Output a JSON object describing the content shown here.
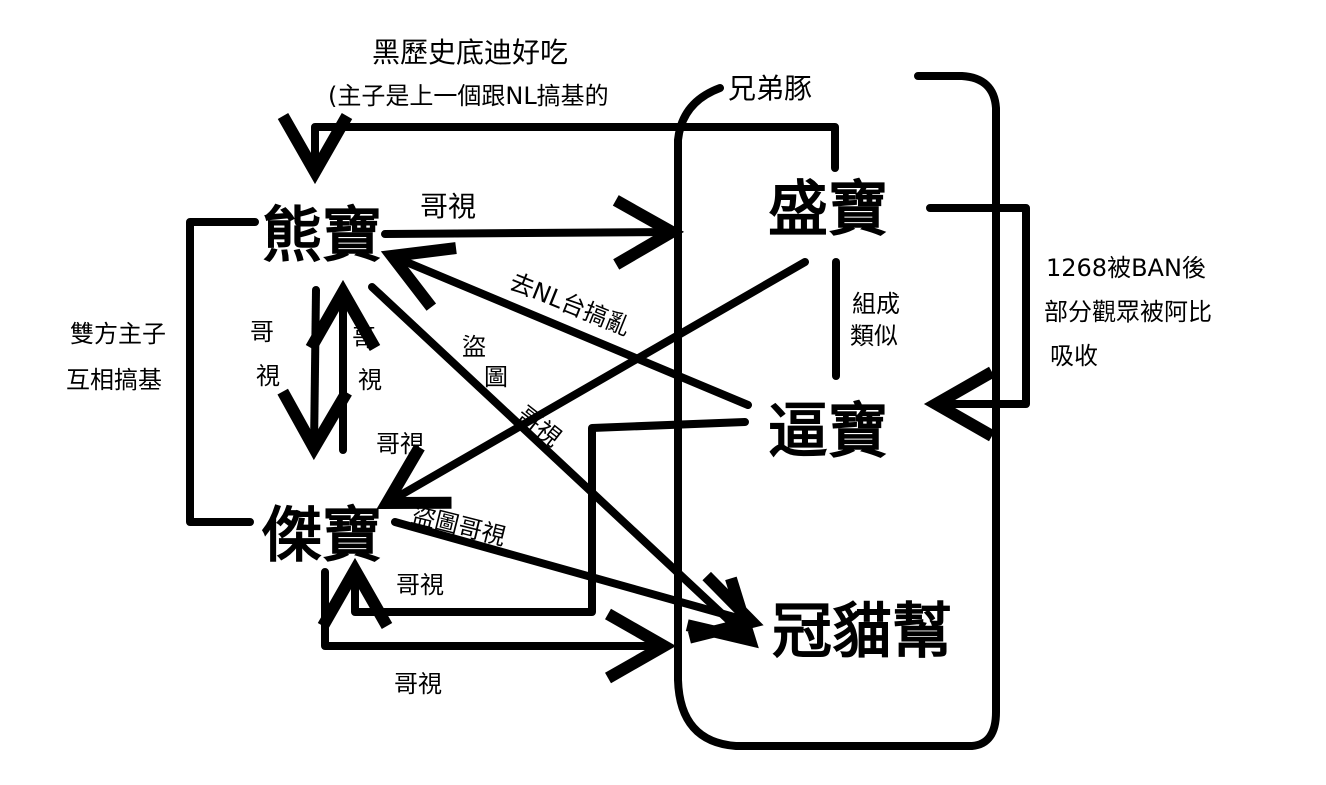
{
  "group": {
    "title": "兄弟豚"
  },
  "nodes": {
    "xiongbao": "熊寶",
    "jiebao": "傑寶",
    "shengbao": "盛寶",
    "bibao": "逼寶",
    "guanmao": "冠貓幫"
  },
  "edges": {
    "top_caption_line1": "黑歷史底迪好吃",
    "top_caption_line2": "(主子是上一個跟NL搞基的",
    "xiong_to_sheng": "哥視",
    "xiong_to_jie_line1": "哥",
    "xiong_to_jie_line2": "視",
    "jie_to_xiong_line1": "哥",
    "jie_to_xiong_line2": "視",
    "left_loop_line1": "雙方主子",
    "left_loop_line2": "互相搞基",
    "bi_to_xiong": "去NL台搞亂",
    "xiong_to_guan_line1": "盜",
    "xiong_to_guan_line2": "圖",
    "xiong_to_guan_line3": "哥視",
    "sheng_to_jie": "哥視",
    "jie_to_guan": "盜圖哥視",
    "bi_to_jie": "哥視",
    "jie_bottom_to_guan": "哥視",
    "sheng_bi_line1": "組成",
    "sheng_bi_line2": "類似",
    "right_loop_line1": "1268被BAN後",
    "right_loop_line2": "部分觀眾被阿比",
    "right_loop_line3": "吸收"
  }
}
